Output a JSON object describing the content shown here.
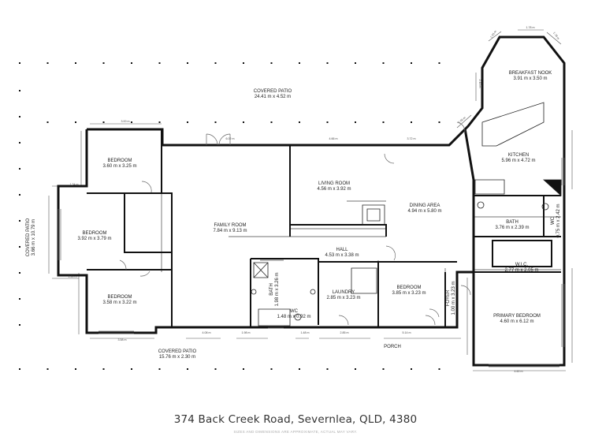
{
  "address": "374 Back Creek Road, Severnlea, QLD, 4380",
  "disclaimer": "SIZES AND DIMENSIONS ARE APPROXIMATE, ACTUAL MAY VARY.",
  "rooms": {
    "covered_patio_top": {
      "name": "COVERED PATIO",
      "size": "24.41 m x 4.52 m"
    },
    "breakfast_nook": {
      "name": "BREAKFAST NOOK",
      "size": "3.91 m x 3.50 m"
    },
    "kitchen": {
      "name": "KITCHEN",
      "size": "5.96 m x 4.72 m"
    },
    "bedroom_1": {
      "name": "BEDROOM",
      "size": "3.60 m x 3.25 m"
    },
    "living_room": {
      "name": "LIVING ROOM",
      "size": "4.56 m x 3.92 m"
    },
    "dining_area": {
      "name": "DINING AREA",
      "size": "4.94 m x 5.80 m"
    },
    "bedroom_2": {
      "name": "BEDROOM",
      "size": "3.92 m x 3.79 m"
    },
    "family_room": {
      "name": "FAMILY ROOM",
      "size": "7.84 m x 9.13 m"
    },
    "bath_ensuite": {
      "name": "BATH",
      "size": "3.76 m x 2.39 m"
    },
    "wc_ensuite": {
      "name": "WC",
      "size": "0.75 m x 2.42 m"
    },
    "wic": {
      "name": "W.I.C.",
      "size": "2.77 m x 2.05 m"
    },
    "hall": {
      "name": "HALL",
      "size": "4.53 m x 3.38 m"
    },
    "bath_main": {
      "name": "BATH",
      "size": "1.98 m x 3.26 m"
    },
    "laundry": {
      "name": "LAUNDRY",
      "size": "2.85 m x 3.23 m"
    },
    "bedroom_4": {
      "name": "BEDROOM",
      "size": "3.85 m x 3.23 m"
    },
    "foyer": {
      "name": "FOYER",
      "size": "1.00 m x 3.23 m"
    },
    "bedroom_3": {
      "name": "BEDROOM",
      "size": "3.58 m x 3.22 m"
    },
    "wc_main": {
      "name": "WC",
      "size": "1.48 m x 0.92 m"
    },
    "primary_bedroom": {
      "name": "PRIMARY BEDROOM",
      "size": "4.60 m x 6.12 m"
    },
    "covered_patio_left": {
      "name": "COVERED PATIO",
      "size": "3.66 m x 10.79 m"
    },
    "covered_patio_bottom": {
      "name": "COVERED PATIO",
      "size": "15.76 m x 2.30 m"
    },
    "porch": {
      "name": "PORCH",
      "size": ""
    }
  },
  "dimensions": {
    "d1": "3.00 m",
    "d2": "6.02 m",
    "d3": "4.66 m",
    "d4": "3.72 m",
    "d5": "1.78 m",
    "d6": "1.55 m",
    "d7": "1.78 m",
    "d8": "2.56 m",
    "d9": "2.10 m",
    "d10": "1.34 m",
    "d11": "1.24 m",
    "d12": "3.58 m",
    "d13": "4.08 m",
    "d14": "1.98 m",
    "d15": "1.48 m",
    "d16": "2.85 m",
    "d17": "5.14 m",
    "d18": "4.60 m"
  },
  "colors": {
    "wall": "#111111",
    "line": "#333333",
    "post": "#111111",
    "dim_line": "#555555"
  }
}
